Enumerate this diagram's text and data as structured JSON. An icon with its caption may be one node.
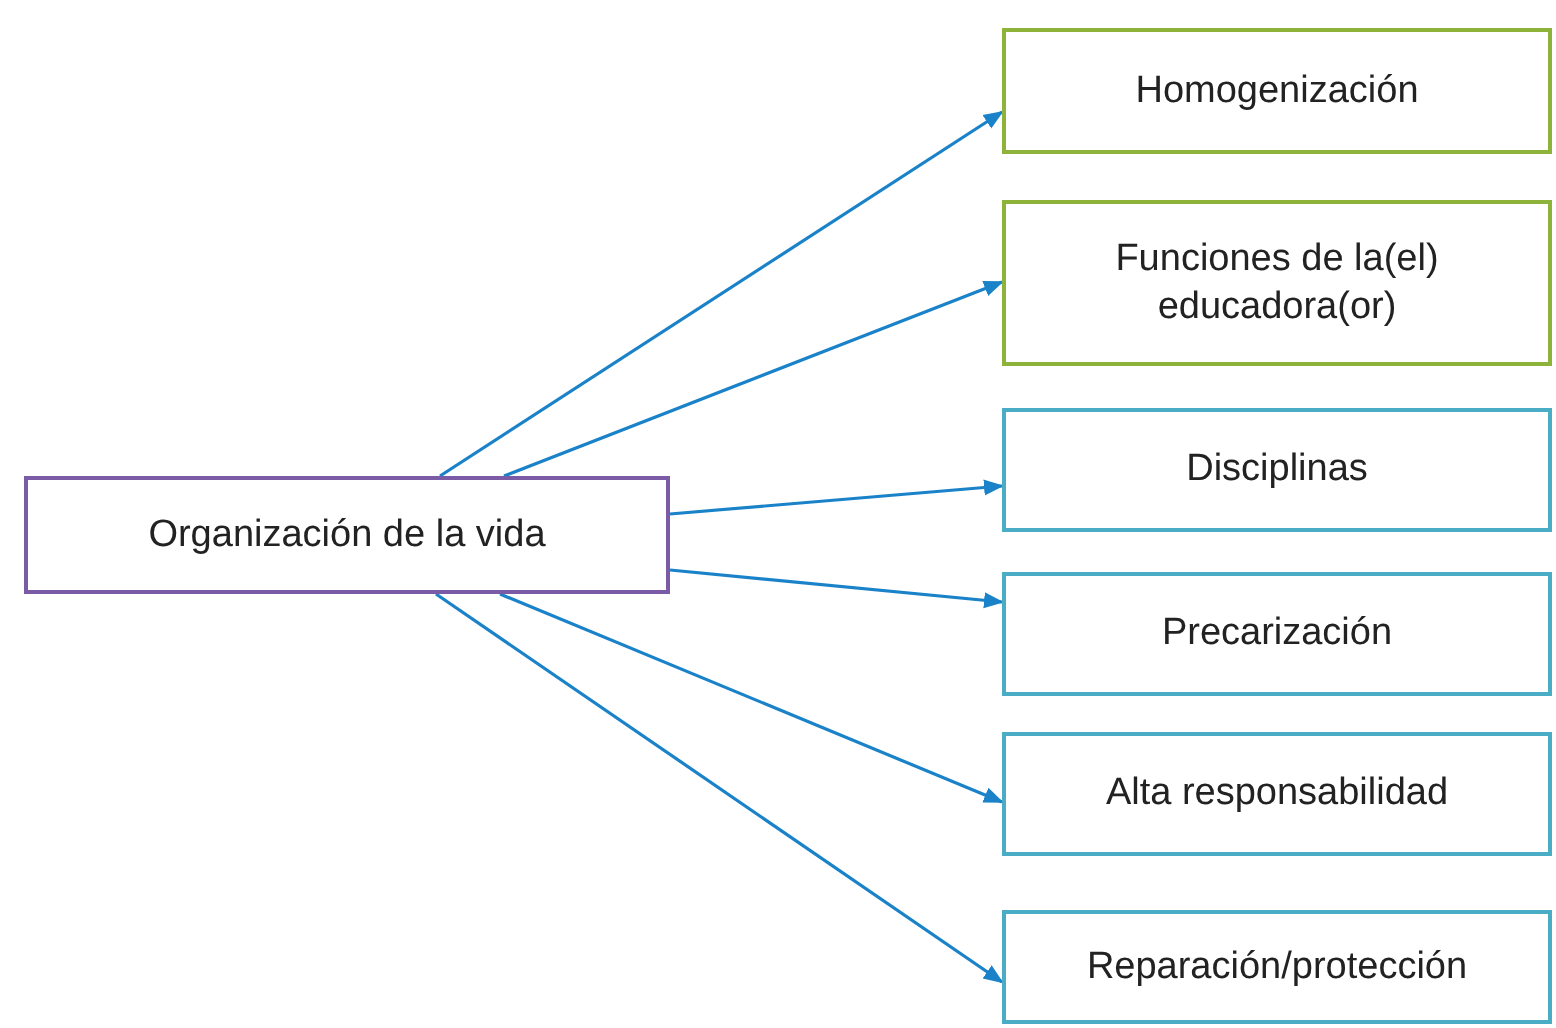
{
  "diagram": {
    "nodes": [
      {
        "text": [
          "Organización de la vida"
        ]
      },
      {
        "text": [
          "Homogenización"
        ]
      },
      {
        "text": [
          "Funciones de la(el) educadora(or)"
        ]
      },
      {
        "text": [
          "Disciplinas"
        ]
      },
      {
        "text": [
          "Precarización"
        ]
      },
      {
        "text": [
          "Alta responsabilidad"
        ]
      },
      {
        "text": [
          "Reparación/protección"
        ]
      }
    ],
    "edges": [
      {
        "from": 0,
        "to": 1,
        "arrow": "to"
      },
      {
        "from": 0,
        "to": 2,
        "arrow": "to"
      },
      {
        "from": 0,
        "to": 3,
        "arrow": "to"
      },
      {
        "from": 0,
        "to": 4,
        "arrow": "to"
      },
      {
        "from": 0,
        "to": 5,
        "arrow": "to"
      },
      {
        "from": 0,
        "to": 6,
        "arrow": "to"
      }
    ]
  }
}
